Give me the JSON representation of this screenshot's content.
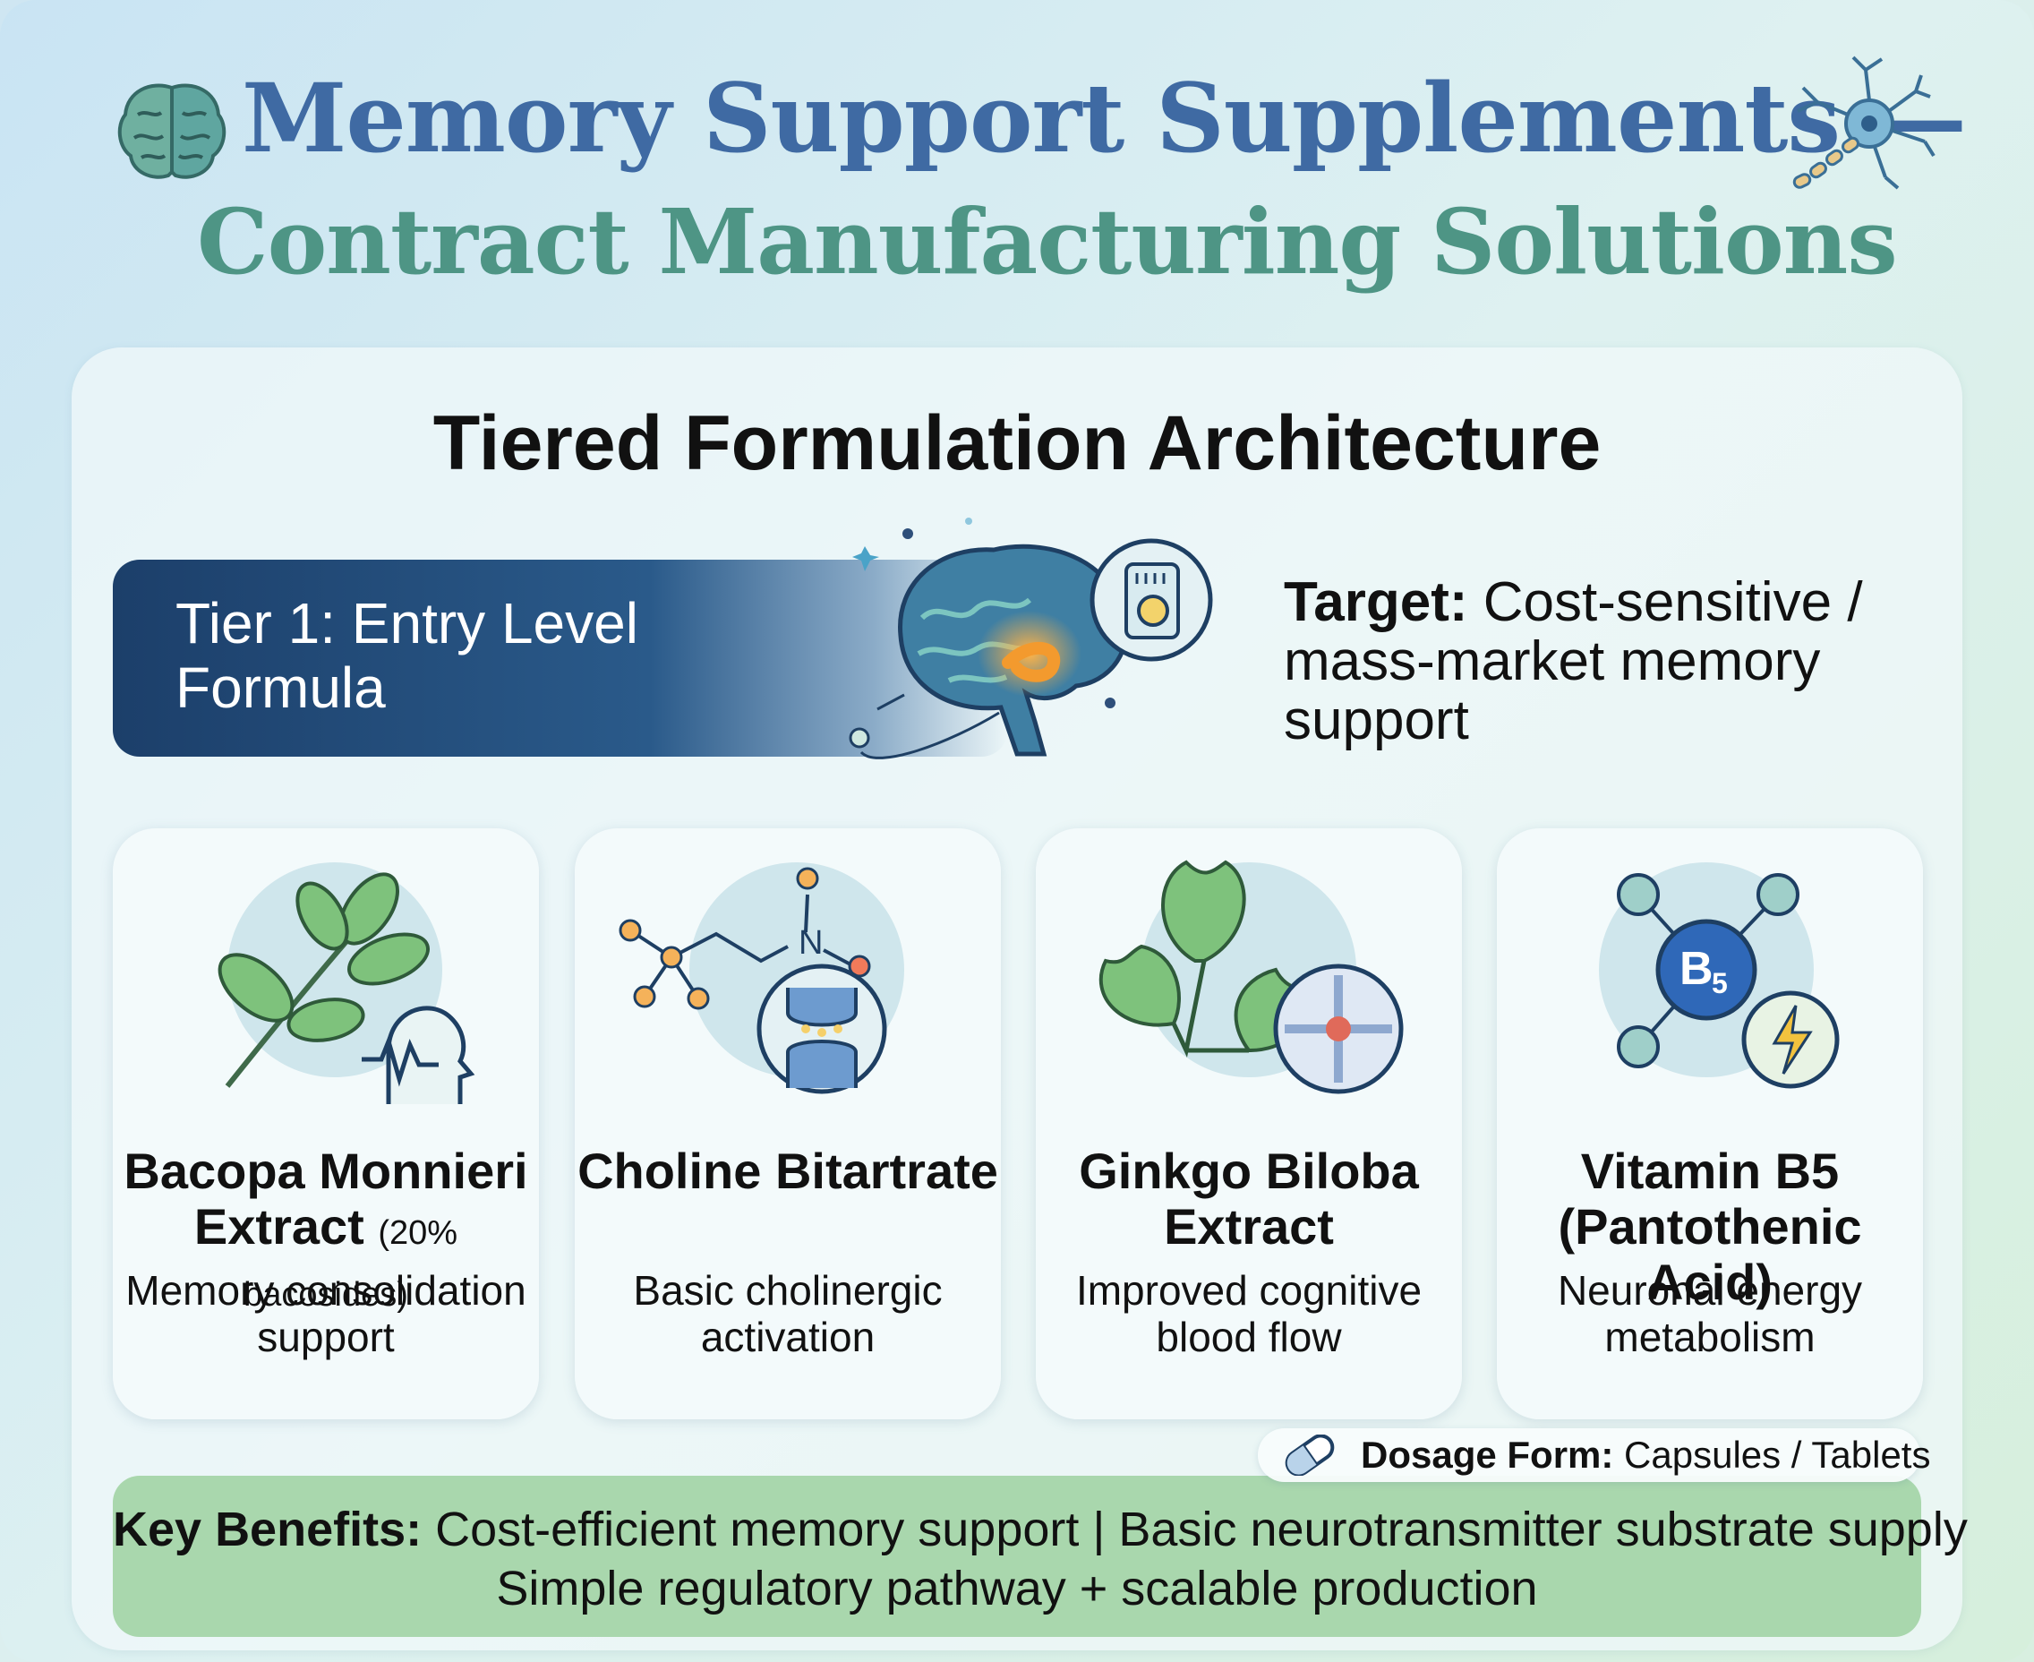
{
  "header": {
    "title_line1": "Memory Support Supplements —",
    "title_line2": "Contract Manufacturing Solutions"
  },
  "main": {
    "section_title": "Tiered Formulation Architecture",
    "tier": {
      "label": "Tier 1: Entry Level Formula",
      "target_label": "Target:",
      "target_value": "Cost-sensitive / mass-market memory support"
    },
    "ingredients": [
      {
        "name": "Bacopa Monnieri Extract",
        "note": "(20% bacosides)",
        "description": "Memory consolidation support",
        "icon": "bacopa-leaf-head-icon"
      },
      {
        "name": "Choline Bitartrate",
        "note": "",
        "description": "Basic cholinergic activation",
        "icon": "choline-molecule-synapse-icon"
      },
      {
        "name": "Ginkgo Biloba Extract",
        "note": "",
        "description": "Improved cognitive blood flow",
        "icon": "ginkgo-leaf-vessel-icon"
      },
      {
        "name": "Vitamin B5 (Pantothenic Acid)",
        "note": "",
        "description": "Neuronal energy metabolism",
        "icon": "b5-molecule-energy-icon"
      }
    ],
    "dosage": {
      "label": "Dosage Form:",
      "value": "Capsules / Tablets"
    },
    "benefits": {
      "label": "Key Benefits:",
      "line1_text": "Cost-efficient memory support | Basic neurotransmitter substrate supply",
      "line2_text": "Simple regulatory pathway + scalable production"
    }
  },
  "colors": {
    "title_blue": "#3f6aa3",
    "title_green": "#4e9585",
    "tier_banner": "#1c3f6a",
    "benefits_green": "#a9d7ad"
  }
}
